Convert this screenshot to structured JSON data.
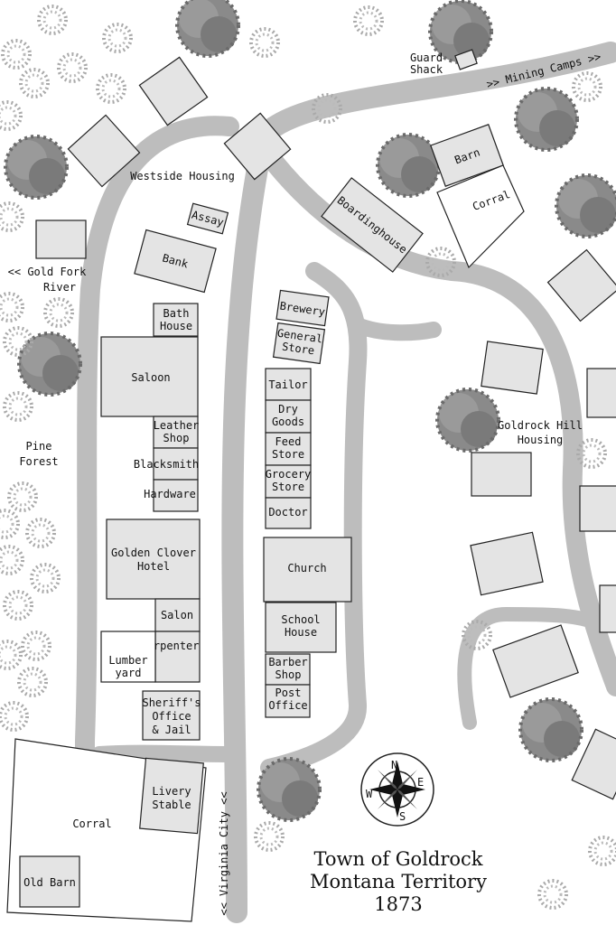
{
  "map": {
    "title_lines": [
      "Town of Goldrock",
      "Montana Territory",
      "1873"
    ],
    "compass": {
      "n": "N",
      "e": "E",
      "s": "S",
      "w": "W"
    },
    "area_labels": {
      "westside_housing": "Westside Housing",
      "goldrock_hill_1": "Goldrock Hill",
      "goldrock_hill_2": "Housing",
      "pine_forest_1": "Pine",
      "pine_forest_2": "Forest",
      "gold_fork_1": "<< Gold Fork",
      "gold_fork_2": "River",
      "mining_camps": ">> Mining Camps >>",
      "virginia_city": "<< Virginia City <<"
    },
    "buildings": {
      "guard_shack_1": "Guard",
      "guard_shack_2": "Shack",
      "barn": "Barn",
      "corral_ne": "Corral",
      "boardinghouse": "Boardinghouse",
      "assay": "Assay",
      "bank": "Bank",
      "bath_1": "Bath",
      "bath_2": "House",
      "saloon": "Saloon",
      "leather_1": "Leather",
      "leather_2": "Shop",
      "blacksmith": "Blacksmith",
      "hardware": "Hardware",
      "hotel_1": "Golden Clover",
      "hotel_2": "Hotel",
      "salon": "Salon",
      "carpenter": "Carpenter",
      "lumber_1": "Lumber",
      "lumber_2": "yard",
      "sheriff_1": "Sheriff's",
      "sheriff_2": "Office",
      "sheriff_3": "& Jail",
      "brewery": "Brewery",
      "general_1": "General",
      "general_2": "Store",
      "tailor": "Tailor",
      "dry_1": "Dry",
      "dry_2": "Goods",
      "feed_1": "Feed",
      "feed_2": "Store",
      "grocery_1": "Grocery",
      "grocery_2": "Store",
      "doctor": "Doctor",
      "church": "Church",
      "school_1": "School",
      "school_2": "House",
      "barber_1": "Barber",
      "barber_2": "Shop",
      "post_1": "Post",
      "post_2": "Office",
      "livery_1": "Livery",
      "livery_2": "Stable",
      "corral_sw": "Corral",
      "old_barn": "Old Barn"
    }
  }
}
